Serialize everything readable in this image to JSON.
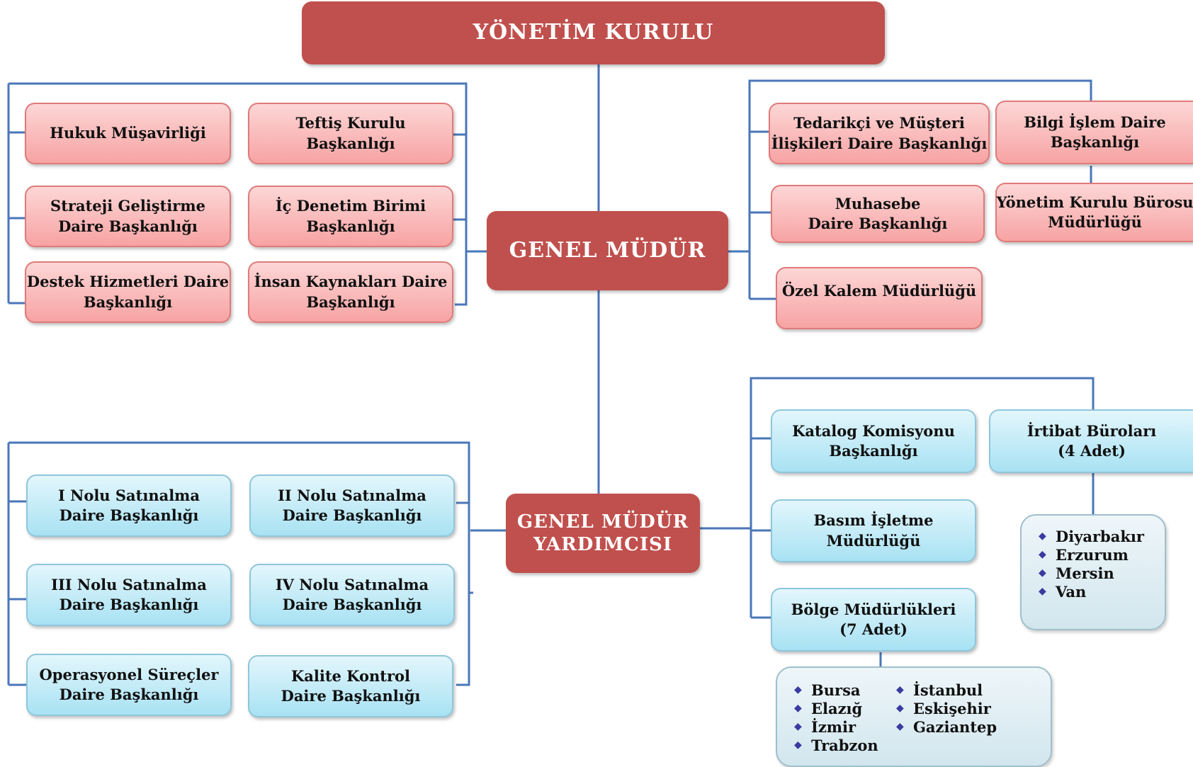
{
  "top": {
    "title": "YÖNETİM KURULU"
  },
  "gm": {
    "title": "GENEL MÜDÜR"
  },
  "gmy": {
    "line1": "GENEL MÜDÜR",
    "line2": "YARDIMCISI"
  },
  "gm_left": [
    {
      "line1": "Hukuk Müşavirliği",
      "line2": ""
    },
    {
      "line1": "Teftiş Kurulu",
      "line2": "Başkanlığı"
    },
    {
      "line1": "Strateji Geliştirme",
      "line2": "Daire Başkanlığı"
    },
    {
      "line1": "İç Denetim Birimi",
      "line2": "Başkanlığı"
    },
    {
      "line1": "Destek Hizmetleri Daire",
      "line2": "Başkanlığı"
    },
    {
      "line1": "İnsan Kaynakları Daire",
      "line2": "Başkanlığı"
    }
  ],
  "gm_right": [
    {
      "line1": "Tedarikçi ve Müşteri",
      "line2": "İlişkileri Daire Başkanlığı"
    },
    {
      "line1": "Bilgi İşlem Daire",
      "line2": "Başkanlığı"
    },
    {
      "line1": "Muhasebe",
      "line2": "Daire Başkanlığı"
    },
    {
      "line1": "Yönetim Kurulu Bürosu",
      "line2": "Müdürlüğü"
    },
    {
      "line1": "Özel Kalem Müdürlüğü",
      "line2": ""
    }
  ],
  "gmy_left": [
    {
      "line1": "I Nolu Satınalma",
      "line2": "Daire Başkanlığı"
    },
    {
      "line1": "II Nolu Satınalma",
      "line2": "Daire Başkanlığı"
    },
    {
      "line1": "III Nolu Satınalma",
      "line2": "Daire Başkanlığı"
    },
    {
      "line1": "IV Nolu Satınalma",
      "line2": "Daire Başkanlığı"
    },
    {
      "line1": "Operasyonel Süreçler",
      "line2": "Daire Başkanlığı"
    },
    {
      "line1": "Kalite Kontrol",
      "line2": "Daire Başkanlığı"
    }
  ],
  "gmy_right": [
    {
      "line1": "Katalog Komisyonu",
      "line2": "Başkanlığı"
    },
    {
      "line1": "İrtibat Büroları",
      "line2": "(4 Adet)"
    },
    {
      "line1": "Basım İşletme",
      "line2": "Müdürlüğü"
    },
    {
      "line1": "Bölge Müdürlükleri",
      "line2": "(7 Adet)"
    }
  ],
  "irtibat_cities": [
    "Diyarbakır",
    "Erzurum",
    "Mersin",
    "Van"
  ],
  "bolge_cities_col1": [
    "Bursa",
    "Elazığ",
    "İzmir",
    "Trabzon"
  ],
  "bolge_cities_col2": [
    "İstanbul",
    "Eskişehir",
    "Gaziantep"
  ],
  "colors": {
    "main": "#c0504d",
    "line": "#4a76b8",
    "red_box": "#f7a3a3",
    "blue_box": "#a8e2f3"
  }
}
